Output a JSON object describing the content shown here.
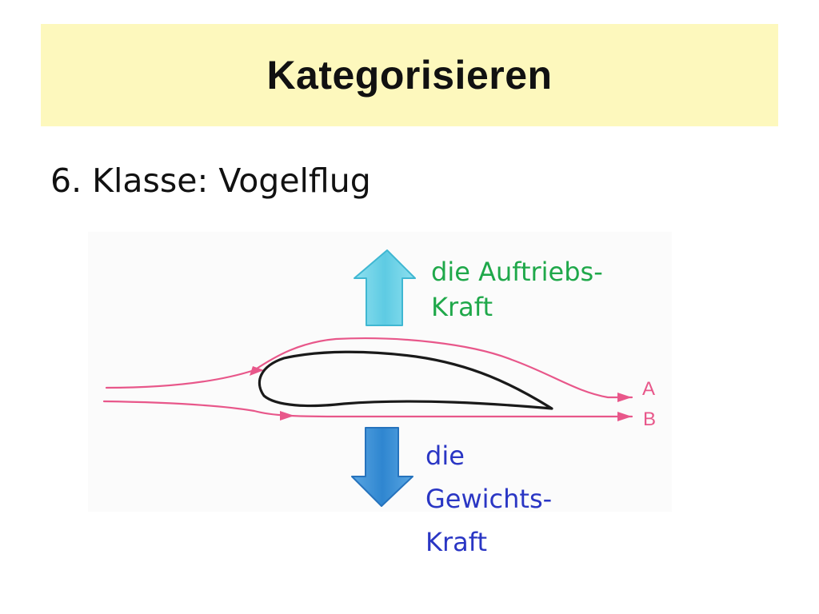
{
  "slide": {
    "title": "Kategorisieren",
    "subtitle": "6. Klasse: Vogelflug"
  },
  "diagram": {
    "lift_label_line1": "die Auftriebs-",
    "lift_label_line2": "Kraft",
    "weight_label_line1": "die",
    "weight_label_line2": "Gewichts-",
    "weight_label_line3": "Kraft",
    "streamline_label_a": "A",
    "streamline_label_b": "B"
  },
  "colors": {
    "title_bar": "#fdf8bd",
    "lift_arrow": "#6fd3e8",
    "weight_arrow": "#3a8fd6",
    "streamline": "#e8578a",
    "airfoil": "#1a1a1a",
    "lift_text": "#1fa84a",
    "weight_text": "#2a36c4"
  },
  "icons": {
    "lift": "up-arrow-icon",
    "weight": "down-arrow-icon"
  }
}
